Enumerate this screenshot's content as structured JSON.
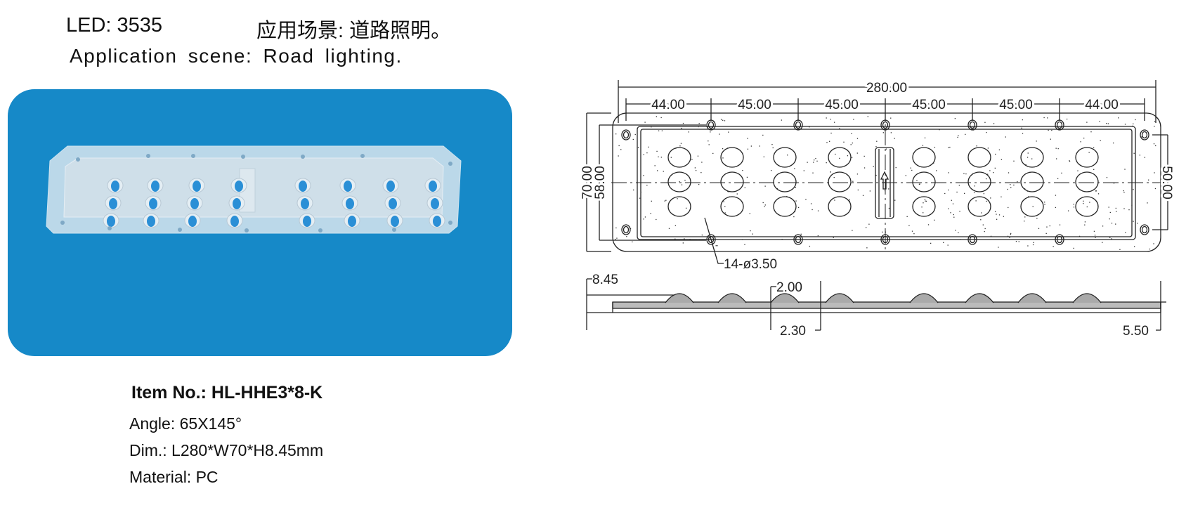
{
  "header": {
    "led_label": "LED: 3535",
    "scene_cn": "应用场景: 道路照明。",
    "scene_en": "Application scene: Road lighting."
  },
  "product": {
    "item_no": "Item No.: HL-HHE3*8-K",
    "angle": "Angle: 65X145°",
    "dim": "Dim.: L280*W70*H8.45mm",
    "material": "Material: PC"
  },
  "drawing": {
    "overall_length": "280.00",
    "hole_spacings": [
      "44.00",
      "45.00",
      "45.00",
      "45.00",
      "45.00",
      "44.00"
    ],
    "overall_width": "70.00",
    "inner_width": "58.00",
    "side_hole_spacing": "50.00",
    "hole_note": "14-ø3.50",
    "height": "8.45",
    "thickness_a": "2.00",
    "thickness_b": "2.30",
    "edge_height": "5.50"
  },
  "colors": {
    "photo_bg": "#1689c8",
    "lens_blue": "#2a8fd6"
  }
}
